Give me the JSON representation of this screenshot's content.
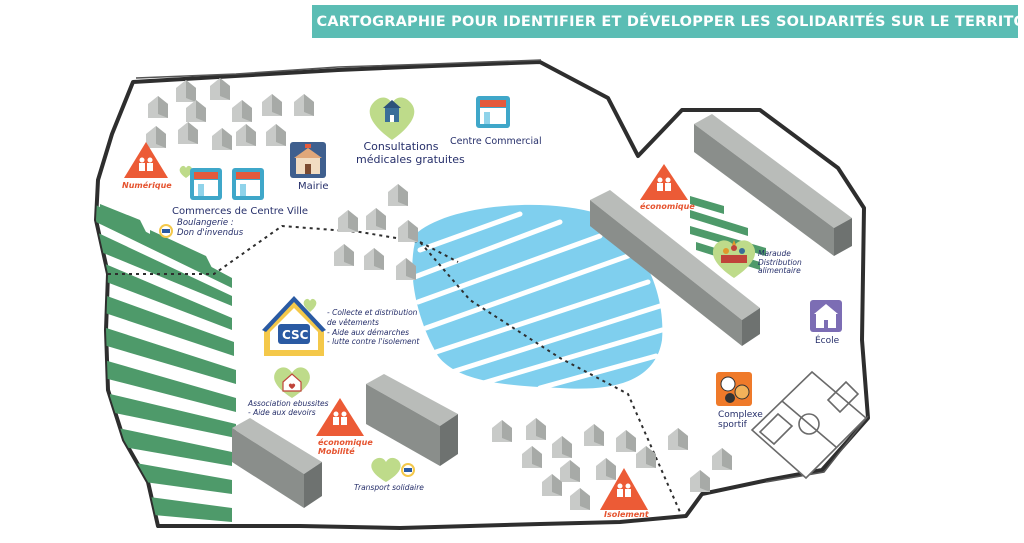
{
  "banner": {
    "title": "UNE CARTOGRAPHIE POUR IDENTIFIER ET DÉVELOPPER LES SOLIDARITÉS SUR LE TERRITOIRE"
  },
  "places": {
    "mairie": "Mairie",
    "centre_commercial": "Centre Commercial",
    "consultations": [
      "Consultations",
      "médicales gratuites"
    ],
    "commerces": "Commerces de Centre Ville",
    "boulangerie": [
      "Boulangerie :",
      "Don d'invendus"
    ],
    "csc_badge": "CSC",
    "csc_items": [
      "- Collecte et distribution",
      "de vêtements",
      "- Aide aux démarches",
      "- lutte contre l'isolement"
    ],
    "association": [
      "Association ebussites",
      "- Aide aux devoirs"
    ],
    "maraude": [
      "Maraude",
      "Distribution",
      "alimentaire"
    ],
    "ecole": "École",
    "complexe": [
      "Complexe",
      "sportif"
    ],
    "transport": "Transport solidaire"
  },
  "risks": {
    "numerique": "Numérique",
    "economique_nord": "économique",
    "economique_mobilite": [
      "économique",
      "Mobilité"
    ],
    "isolement": "Isolement"
  },
  "colors": {
    "banner": "#5bbdb4",
    "lake": "#7fcfee",
    "vegetation": "#4e9a6a",
    "risk": "#ec5b36",
    "heart": "#bedb8a",
    "text": "#27306b"
  }
}
